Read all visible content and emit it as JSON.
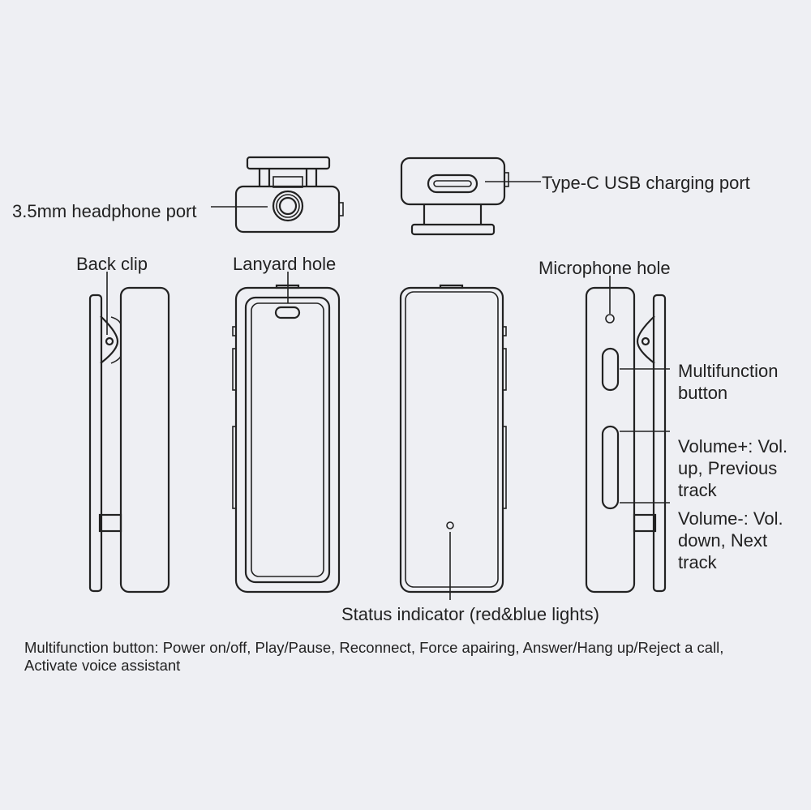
{
  "labels": {
    "headphone_port": "3.5mm headphone port",
    "usb_port": "Type-C USB charging port",
    "back_clip": "Back clip",
    "lanyard_hole": "Lanyard hole",
    "microphone_hole": "Microphone hole",
    "multifunction_button": [
      "Multifunction",
      "button"
    ],
    "volume_up": [
      "Volume+: Vol.",
      "up, Previous",
      "track"
    ],
    "volume_down": [
      "Volume-: Vol.",
      "down, Next",
      "track"
    ],
    "status_indicator": "Status indicator (red&blue lights)"
  },
  "footnote": [
    "Multifunction button: Power on/off, Play/Pause, Reconnect, Force apairing, Answer/Hang up/Reject a call,",
    "Activate voice assistant"
  ]
}
